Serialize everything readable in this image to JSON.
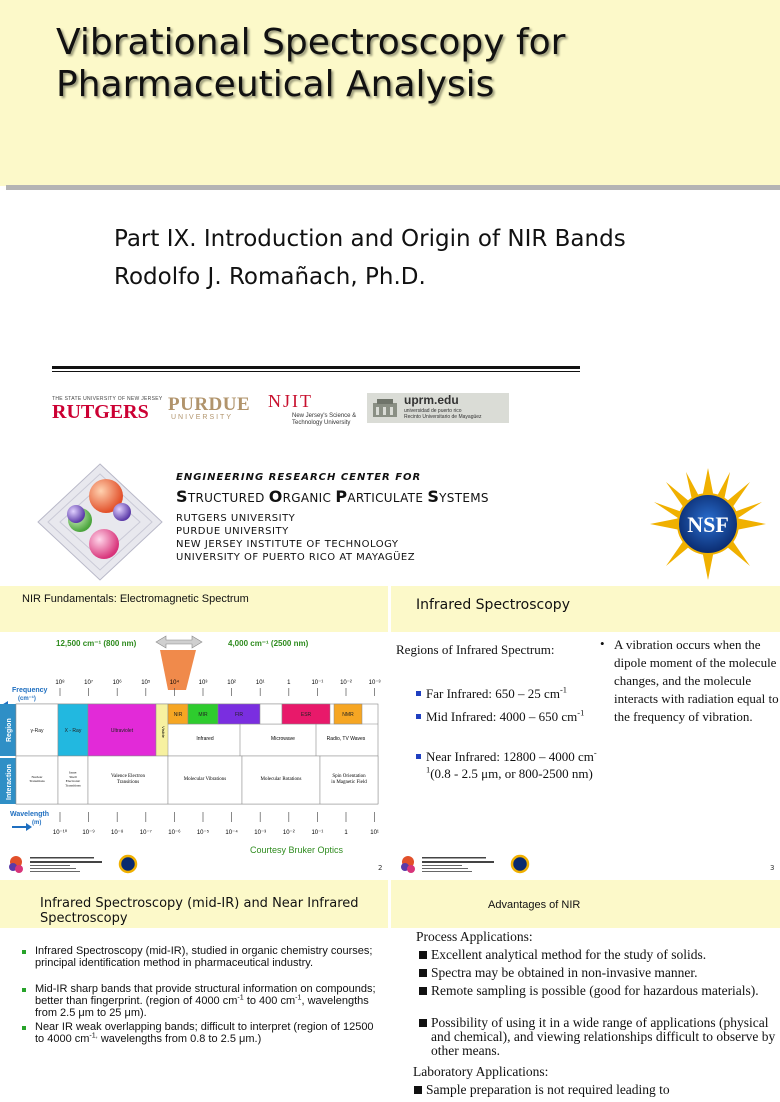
{
  "title_slide": {
    "title_line1": "Vibrational Spectroscopy for",
    "title_line2": "Pharmaceutical Analysis",
    "subtitle_line1": "Part IX. Introduction and Origin of NIR Bands",
    "subtitle_line2": "Rodolfo J. Romañach, Ph.D.",
    "logos": {
      "rutgers_small": "THE STATE UNIVERSITY OF NEW JERSEY",
      "rutgers": "RUTGERS",
      "purdue": "PURDUE",
      "purdue_small": "UNIVERSITY",
      "njit": "NJIT",
      "njit_small_1": "New Jersey's Science &",
      "njit_small_2": "Technology University",
      "uprm": "uprm.edu",
      "uprm_small_1": "universidad de puerto rico",
      "uprm_small_2": "Recinto Universitario de Mayagüez",
      "nsf": "NSF"
    },
    "erc_line": "ENGINEERING RESEARCH CENTER FOR",
    "erc_name": [
      {
        "initial": "S",
        "rest": "TRUCTURED "
      },
      {
        "initial": "O",
        "rest": "RGANIC "
      },
      {
        "initial": "P",
        "rest": "ARTICULATE "
      },
      {
        "initial": "S",
        "rest": "YSTEMS"
      }
    ],
    "universities": [
      "RUTGERS UNIVERSITY",
      "PURDUE UNIVERSITY",
      "NEW JERSEY INSTITUTE OF TECHNOLOGY",
      "UNIVERSITY OF PUERTO RICO AT MAYAGÜEZ"
    ]
  },
  "slide2": {
    "title": "NIR Fundamentals: Electromagnetic Spectrum",
    "nir_left_label": "12,500 cm⁻¹ (800 nm)",
    "nir_right_label": "4,000 cm⁻¹ (2500 nm)",
    "frequency_label_1": "Frequency",
    "frequency_label_2": "(cm⁻¹)",
    "wavelength_label_1": "Wavelength",
    "wavelength_label_2": "(m)",
    "freq_ticks": [
      "10⁸",
      "10⁷",
      "10⁶",
      "10⁵",
      "10⁴",
      "10³",
      "10²",
      "10¹",
      "1",
      "10⁻¹",
      "10⁻²",
      "10⁻³"
    ],
    "wave_ticks": [
      "10⁻¹⁰",
      "10⁻⁹",
      "10⁻⁸",
      "10⁻⁷",
      "10⁻⁶",
      "10⁻⁵",
      "10⁻⁴",
      "10⁻³",
      "10⁻²",
      "10⁻¹",
      "1",
      "10¹"
    ],
    "region_label": "Region",
    "interaction_label": "Interaction",
    "regions_top": [
      "γ-Ray",
      "X - Ray",
      "Ultraviolet",
      "Visible",
      "NIR",
      "MIR",
      "FIR",
      "",
      "ESR",
      "NMR"
    ],
    "regions_bottom": [
      "Infrared",
      "Microwave",
      "Radio, TV Waves"
    ],
    "interactions": [
      "Nuclear Transitions",
      "Inner Shell Electronic Transitions",
      "Valence Electron Transitions",
      "Molecular Vibrations",
      "Molecular Rotations",
      "Spin Orientation in Magnetic Field"
    ],
    "courtesy": "Courtesy Bruker Optics",
    "page": "2"
  },
  "slide3": {
    "title": "Infrared Spectroscopy",
    "regions_heading": "Regions of Infrared Spectrum:",
    "items": [
      "Far Infrared: 650 – 25 cm⁻¹",
      "Mid Infrared: 4000 – 650 cm⁻¹",
      "Near Infrared: 12800 – 4000 cm⁻¹(0.8 - 2.5 μm, or 800-2500 nm)"
    ],
    "bullet": "A vibration occurs when the dipole moment of the molecule changes, and the molecule interacts with radiation equal to the frequency of vibration.",
    "page": "3"
  },
  "slide4": {
    "title": "Infrared Spectroscopy (mid-IR) and Near Infrared Spectroscopy",
    "items": [
      "Infrared Spectroscopy (mid-IR), studied in organic chemistry courses; principal identification method in pharmaceutical industry.",
      "Mid-IR sharp bands that provide structural information on compounds; better than fingerprint. (region of 4000 cm⁻¹ to 400 cm⁻¹, wavelengths from 2.5 μm to 25 μm).",
      "Near IR weak overlapping bands; difficult to interpret (region of 12500 to 4000 cm⁻¹, wavelengths from 0.8 to 2.5 μm.)"
    ]
  },
  "slide5": {
    "title": "Advantages of NIR",
    "process_heading": "Process Applications:",
    "process_items": [
      "Excellent analytical method for the study of solids.",
      "Spectra may be obtained in non-invasive manner.",
      "Remote sampling is possible (good for hazardous materials).",
      "Possibility of using it in a wide range of applications (physical and chemical), and viewing relationships difficult to observe by other means."
    ],
    "lab_heading": "Laboratory Applications:",
    "lab_items": [
      "Sample preparation is not required leading to"
    ]
  },
  "colors": {
    "header_bg": "#fcf9c9",
    "bullet_blue": "#1f3fc0",
    "bullet_green": "#27a32a",
    "courtesy_green": "#2e8b1e"
  }
}
